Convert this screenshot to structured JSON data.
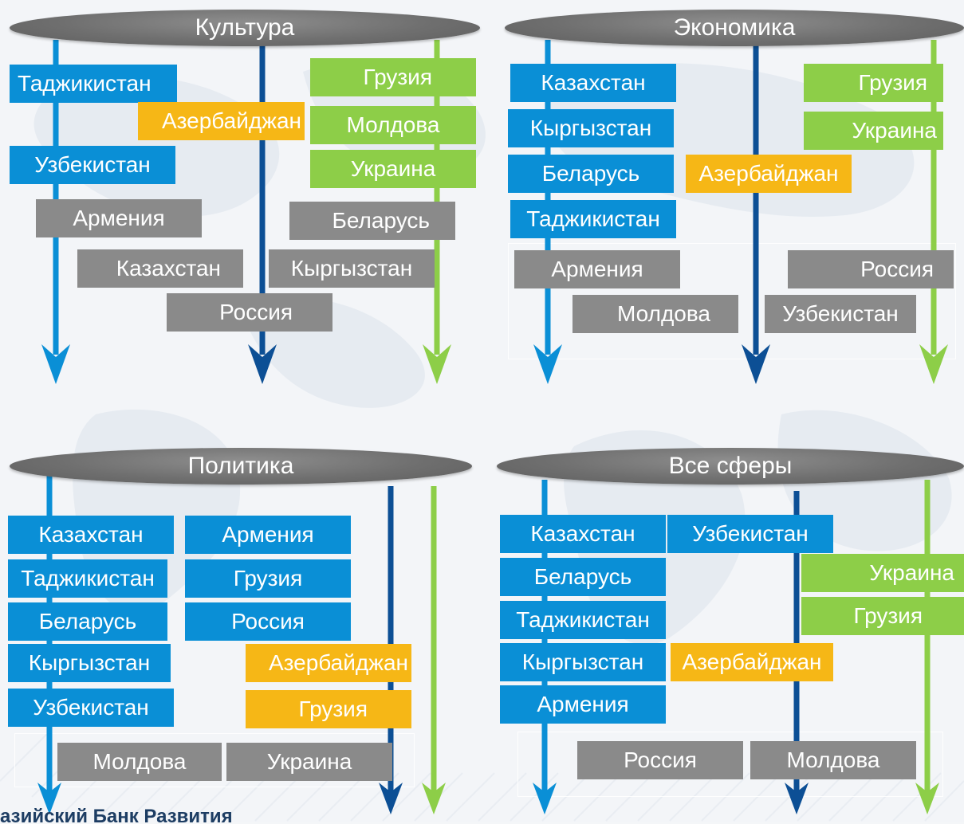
{
  "panels": [
    {
      "title": "Культура",
      "boxes": [
        "Таджикистан",
        "Азербайджан",
        "Грузия",
        "Молдова",
        "Узбекистан",
        "Украина",
        "Армения",
        "Беларусь",
        "Казахстан",
        "Кыргызстан",
        "Россия"
      ]
    },
    {
      "title": "Экономика",
      "boxes": [
        "Казахстан",
        "Грузия",
        "Кыргызстан",
        "Украина",
        "Беларусь",
        "Азербайджан",
        "Таджикистан",
        "Армения",
        "Россия",
        "Молдова",
        "Узбекистан"
      ]
    },
    {
      "title": "Политика",
      "boxes": [
        "Казахстан",
        "Армения",
        "Таджикистан",
        "Грузия",
        "Беларусь",
        "Россия",
        "Кыргызстан",
        "Азербайджан",
        "Узбекистан",
        "Грузия",
        "Молдова",
        "Украина"
      ]
    },
    {
      "title": "Все сферы",
      "boxes": [
        "Казахстан",
        "Узбекистан",
        "Беларусь",
        "Украина",
        "Таджикистан",
        "Грузия",
        "Кыргызстан",
        "Азербайджан",
        "Армения",
        "Россия",
        "Молдова"
      ]
    }
  ],
  "footer": "азийский Банк Развития",
  "colors": {
    "light_blue": "#0a8fd6",
    "dark_blue": "#0c4f95",
    "yellow": "#f6b716",
    "green": "#8dce48",
    "gray": "#8a8a8a",
    "title_ellipse": "#737373"
  }
}
